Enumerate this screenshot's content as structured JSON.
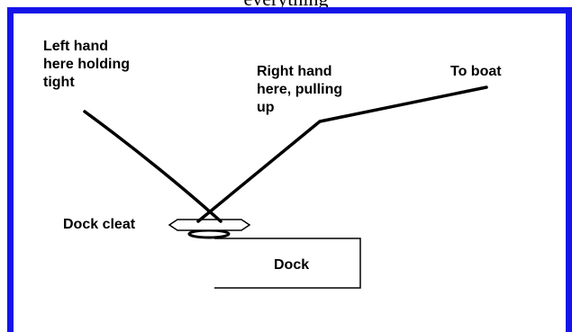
{
  "caption": "everything",
  "labels": {
    "left_hand": "Left hand\nhere holding\ntight",
    "right_hand": "Right hand\nhere, pulling\nup",
    "to_boat": "To boat",
    "dock_cleat": "Dock cleat",
    "dock": "Dock"
  },
  "colors": {
    "frame": "#1414e8",
    "rope": "#000000"
  }
}
